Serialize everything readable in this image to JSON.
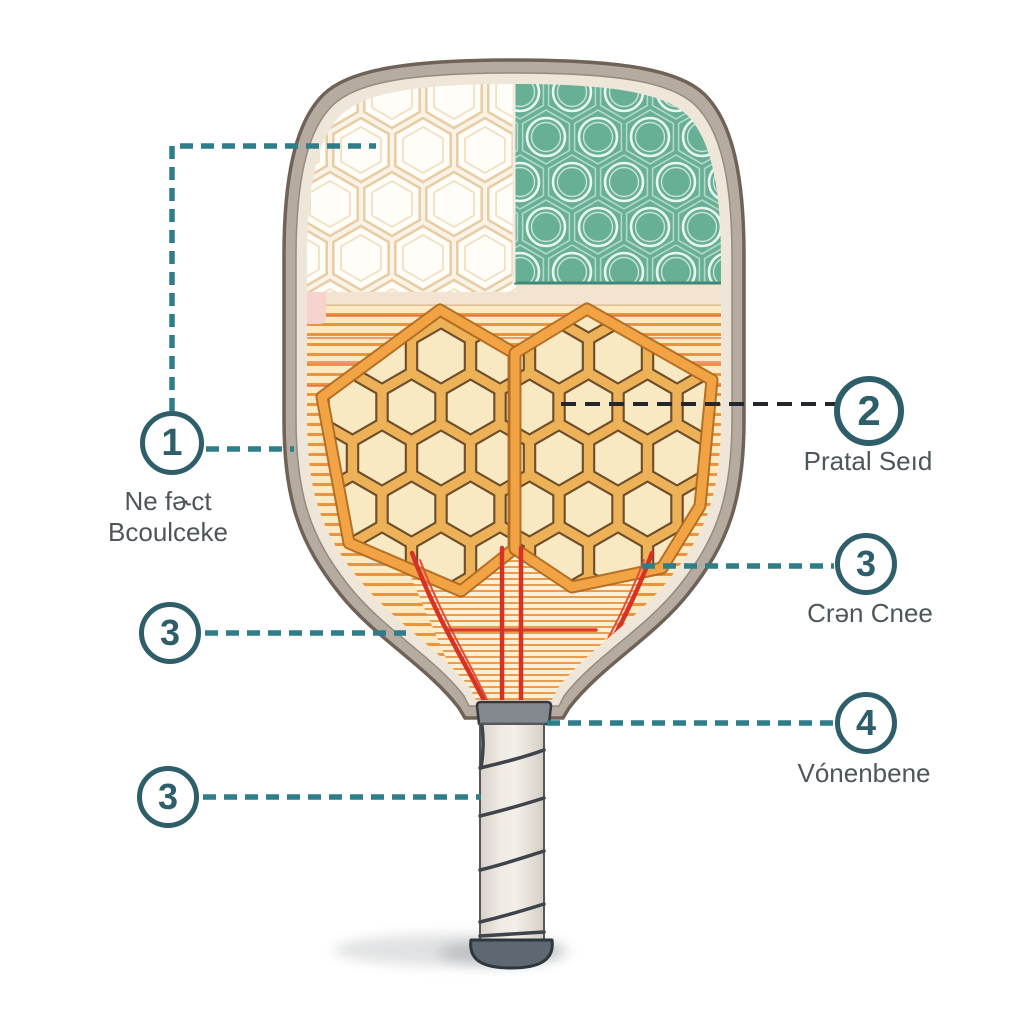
{
  "diagram": {
    "subject": "Pickleball paddle cutaway diagram",
    "background_color": "#ffffff"
  },
  "callouts": [
    {
      "number": "1",
      "label_line1": "Ne fɚct",
      "label_line2": "Bcoulceke"
    },
    {
      "number": "2",
      "label_line1": "Pratal Seıd"
    },
    {
      "number": "3",
      "label_line1": "Crən Cnee"
    },
    {
      "number": "4",
      "label_line1": "Vónenbene"
    },
    {
      "number": "3"
    },
    {
      "number": "3"
    }
  ],
  "paddle": {
    "face_left_pattern": "white-honeycomb",
    "face_right_pattern": "teal-circle-honeycomb",
    "core_pattern": "orange-honeycomb-cells",
    "surface_pattern": "orange-horizontal-stripes",
    "throat_detail": "red-reinforcement-lines",
    "handle_detail": "wrapped-grip",
    "end_detail": "gray-butt-cap"
  },
  "colors": {
    "accent_teal_dash": "#2f7d89",
    "badge_teal": "#2e5e69",
    "label_text": "#4d565b",
    "connector_dark": "#24272b",
    "rim_taupe": "#b6aba0",
    "face_teal": "#67b096",
    "core_orange": "#f0a041",
    "stripe_orange": "#ea9340",
    "red_lines": "#d63226",
    "grip_gray": "#e9e3db",
    "cap_gray": "#5d6873"
  }
}
